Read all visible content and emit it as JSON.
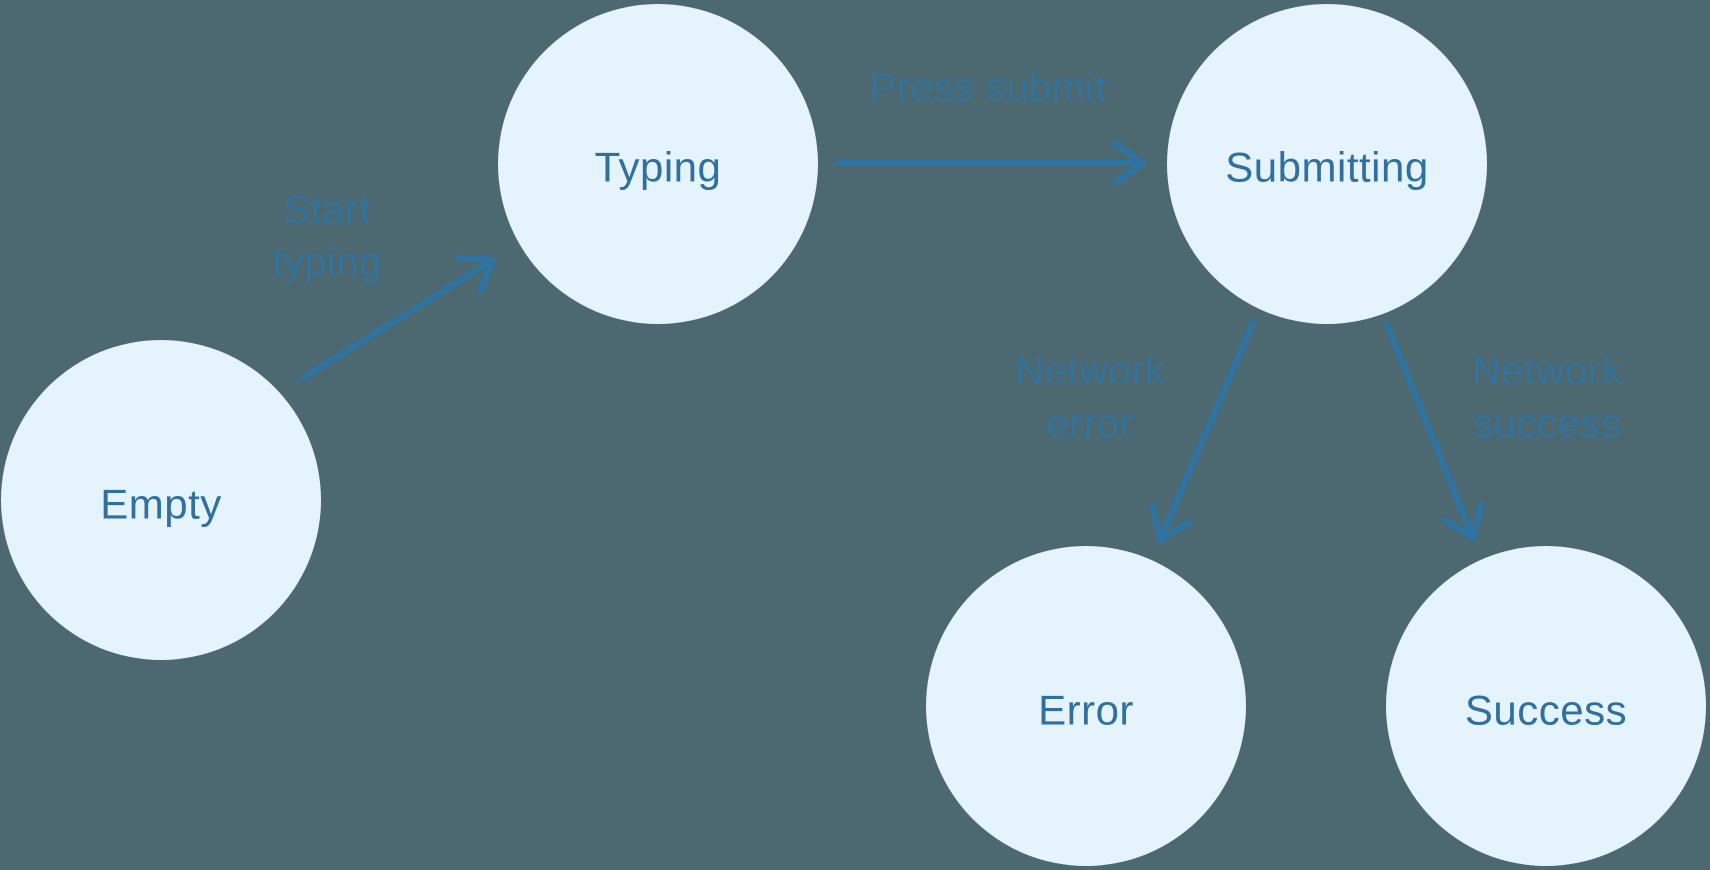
{
  "colors": {
    "background": "#4C6871",
    "node_fill": "#E4F3FC",
    "node_text": "#2F70A1",
    "arrow": "#2E74A3"
  },
  "diagram": {
    "type": "state-machine",
    "nodes": [
      {
        "id": "empty",
        "label": "Empty"
      },
      {
        "id": "typing",
        "label": "Typing"
      },
      {
        "id": "submitting",
        "label": "Submitting"
      },
      {
        "id": "error",
        "label": "Error"
      },
      {
        "id": "success",
        "label": "Success"
      }
    ],
    "edges": [
      {
        "from": "empty",
        "to": "typing",
        "label": "Start typing",
        "lines": [
          "Start",
          "typing"
        ]
      },
      {
        "from": "typing",
        "to": "submitting",
        "label": "Press submit",
        "lines": [
          "Press submit"
        ]
      },
      {
        "from": "submitting",
        "to": "error",
        "label": "Network error",
        "lines": [
          "Network",
          "error"
        ]
      },
      {
        "from": "submitting",
        "to": "success",
        "label": "Network success",
        "lines": [
          "Network",
          "success"
        ]
      }
    ]
  }
}
